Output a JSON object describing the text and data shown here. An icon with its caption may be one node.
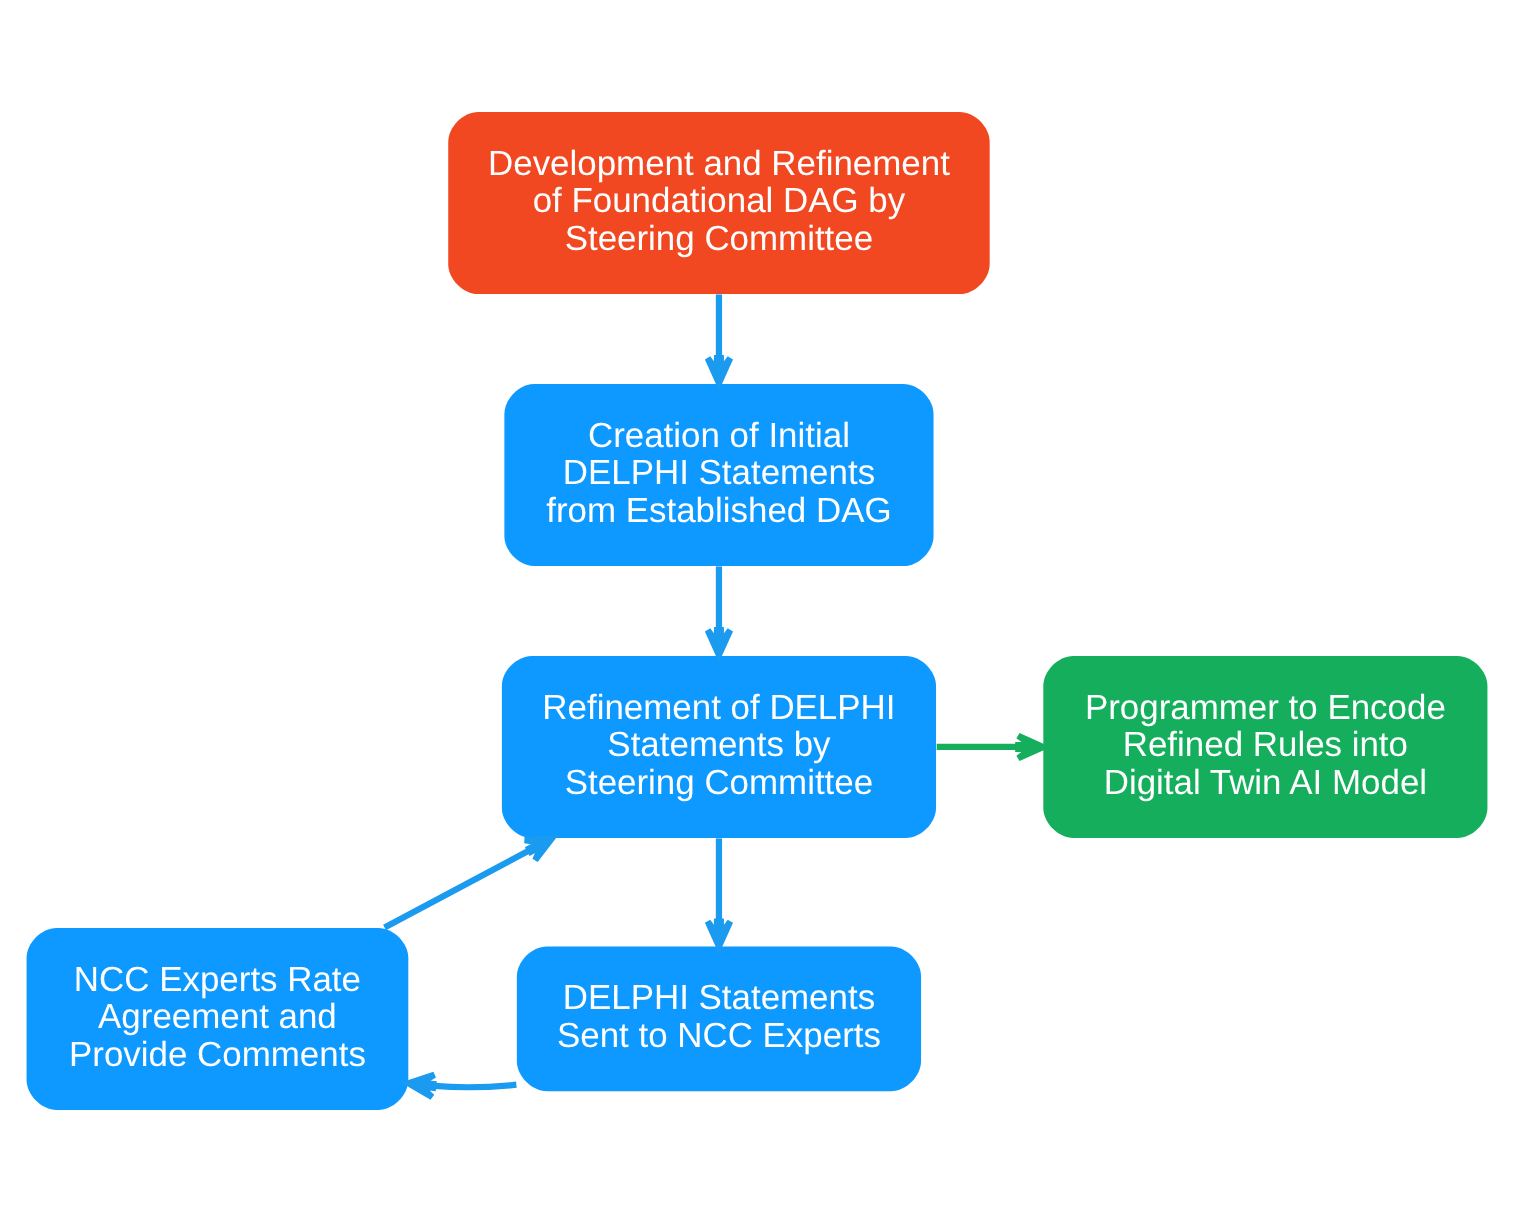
{
  "diagram": {
    "nodes": [
      {
        "text": [
          "Development and Refinement of Foundational DAG by Steering Committee"
        ]
      },
      {
        "text": [
          "Creation of Initial DELPHI Statements from Established DAG"
        ]
      },
      {
        "text": [
          "Refinement of DELPHI Statements by Steering Committee"
        ]
      },
      {
        "text": [
          "Programmer to Encode Refined Rules into Digital Twin AI Model"
        ]
      },
      {
        "text": [
          "NCC Experts Rate Agreement and Provide Comments"
        ]
      },
      {
        "text": [
          "DELPHI Statements Sent to NCC Experts"
        ]
      }
    ],
    "edges": [
      {
        "from": 0,
        "to": 1,
        "arrow": "to"
      },
      {
        "from": 1,
        "to": 2,
        "arrow": "to"
      },
      {
        "from": 2,
        "to": 3,
        "arrow": "to",
        "color": "#14ae5c"
      },
      {
        "from": 2,
        "to": 5,
        "arrow": "to"
      },
      {
        "from": 5,
        "to": 4,
        "arrow": "to"
      },
      {
        "from": 4,
        "to": 2,
        "arrow": "to"
      }
    ]
  }
}
